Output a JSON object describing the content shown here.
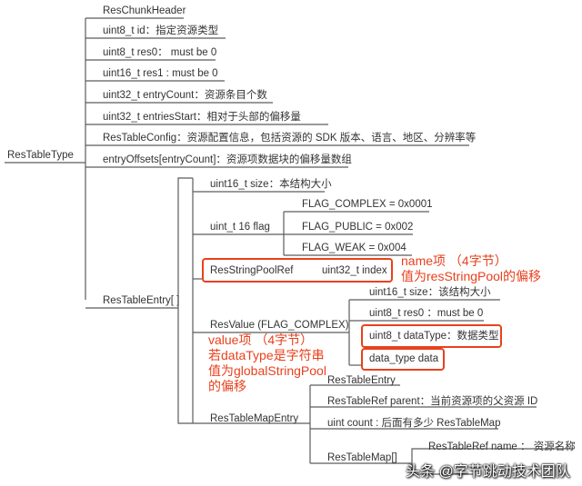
{
  "tree": {
    "root": "ResTableType",
    "chunk_header": "ResChunkHeader",
    "id": "uint8_t id：指定资源类型",
    "res0": "uint8_t res0： must be 0",
    "res1": "uint16_t res1 : must be 0",
    "entry_count": "uint32_t entryCount：资源条目个数",
    "entries_start": "uint32_t entriesStart：相对于头部的偏移量",
    "config": "ResTableConfig：资源配置信息，包括资源的 SDK 版本、语言、地区、分辨率等",
    "entry_offsets": "entryOffsets[entryCount]：资源项数据块的偏移量数组",
    "entry_array": "ResTableEntry[ ]",
    "entry_size": "uint16_t size：本结构大小",
    "flag": "uint_t 16 flag",
    "flag_complex": "FLAG_COMPLEX = 0x0001",
    "flag_public": "FLAG_PUBLIC = 0x002",
    "flag_weak": "FLAG_WEAK = 0x004",
    "string_pool_ref": "ResStringPoolRef",
    "string_pool_index": "uint32_t index",
    "res_value": "ResValue (FLAG_COMPLEX)",
    "value_size": "uint16_t size：该结构大小",
    "value_res0": "uint8_t res0 ：must be 0",
    "value_datatype": "uint8_t dataType：数据类型",
    "value_data": "data_type data",
    "map_entry": "ResTableMapEntry",
    "map_entry_base": "ResTableEntry",
    "map_parent": "ResTableRef parent：当前资源项的父资源 ID",
    "map_count": "uint count : 后面有多少 ResTableMap",
    "map_array": "ResTableMap[]",
    "map_name": "ResTableRef name ： 资源名称"
  },
  "annotations": {
    "name_line1": "name项 （4字节）",
    "name_line2": "值为resStringPool的偏移",
    "value_line1": "value项 （4字节）",
    "value_line2": "若dataType是字符串",
    "value_line3": "值为globalStringPool",
    "value_line4": "的偏移"
  },
  "watermark": "头条 @字节跳动技术团队",
  "colors": {
    "line": "#5c5c5c",
    "text": "#333333",
    "highlight": "#e8411d"
  }
}
